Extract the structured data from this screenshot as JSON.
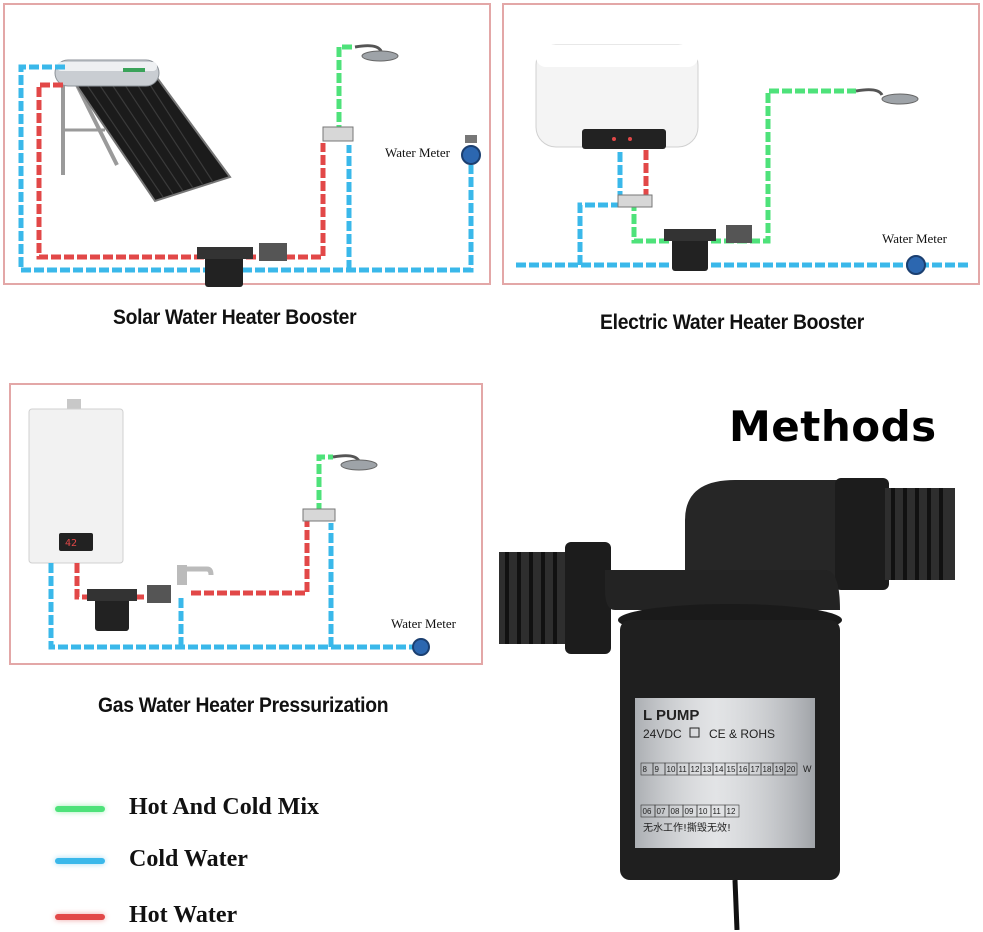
{
  "panels": {
    "solar": {
      "caption": "Solar Water Heater Booster",
      "meter_label": "Water Meter"
    },
    "electric": {
      "caption": "Electric Water Heater Booster",
      "meter_label": "Water Meter"
    },
    "gas": {
      "caption": "Gas Water Heater Pressurization",
      "meter_label": "Water Meter"
    }
  },
  "methods_title": "Methods",
  "legend": [
    {
      "label": "Hot And Cold Mix",
      "color": "#4ee27a"
    },
    {
      "label": "Cold Water",
      "color": "#3ab8ea"
    },
    {
      "label": "Hot Water",
      "color": "#e24848"
    }
  ],
  "pump": {
    "label_title": "L PUMP",
    "label_spec": "24VDC",
    "label_cert": "CE & ROHS",
    "scale_top": [
      "8",
      "9",
      "10",
      "11",
      "12",
      "13",
      "14",
      "15",
      "16",
      "17",
      "18",
      "19",
      "20"
    ],
    "scale_unit": "W",
    "scale_bottom": [
      "06",
      "07",
      "08",
      "09",
      "10",
      "11",
      "12"
    ],
    "warning": "无水工作!撕毁无效!"
  },
  "colors": {
    "hot": "#e24848",
    "cold": "#3ab8ea",
    "mix": "#4ee27a",
    "border": "#e3a7a7"
  }
}
